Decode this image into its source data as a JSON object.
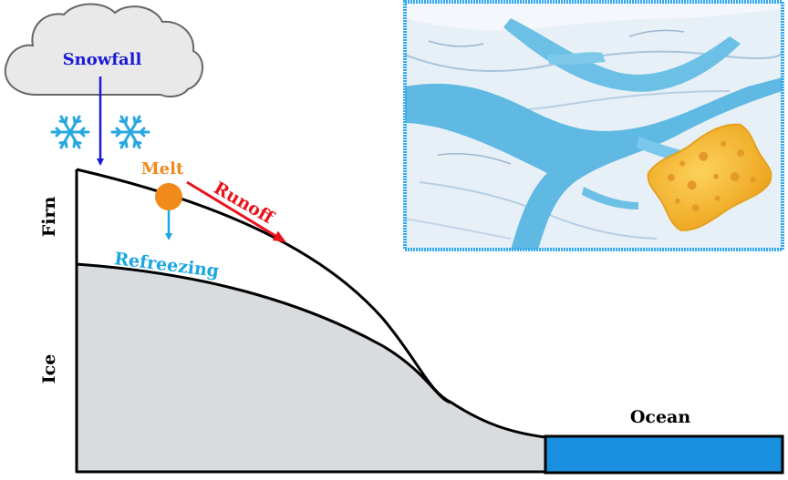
{
  "labels": {
    "snowfall": "Snowfall",
    "melt": "Melt",
    "runoff": "Runoff",
    "refreezing": "Refreezing",
    "firn": "Firn",
    "ice": "Ice",
    "ocean": "Ocean"
  },
  "colors": {
    "snowfall": "#1a1ad6",
    "melt": "#f08a1a",
    "runoff": "#e8141a",
    "refreezing": "#1aa7e0",
    "ice_fill": "#d9dcdf",
    "ocean_fill": "#1a8fe0",
    "photo_border": "#33aaee",
    "cloud_fill": "#e9e9e9",
    "snowflake": "#29a8e0",
    "sponge": "#f6bf3c"
  },
  "icons": [
    "cloud-icon",
    "snowflake-icon",
    "sponge-icon"
  ]
}
